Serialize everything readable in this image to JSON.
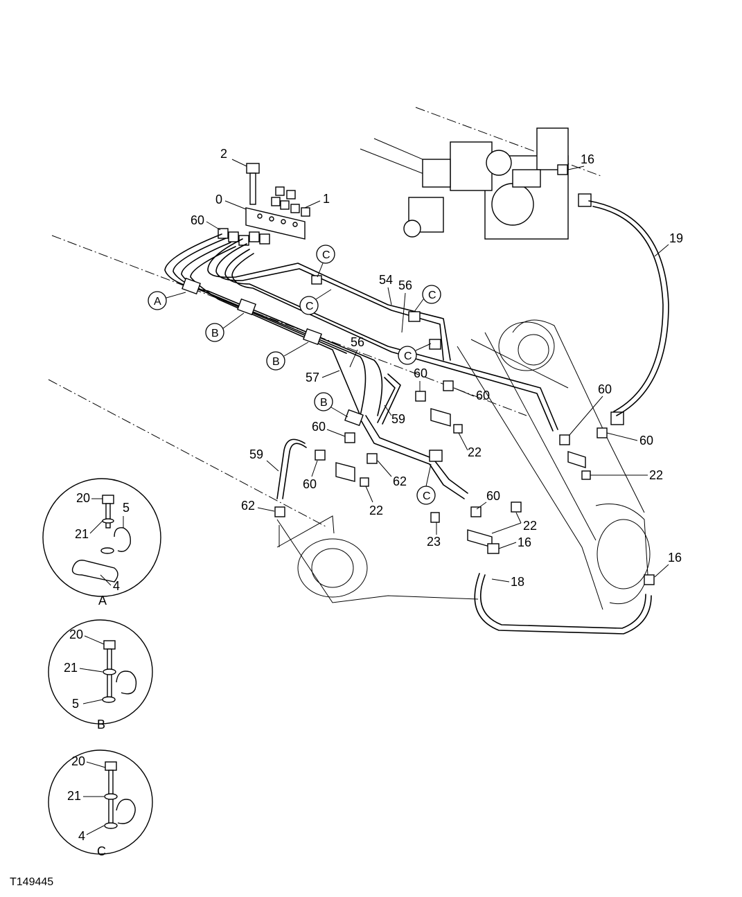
{
  "figure_id": "T149445",
  "callouts": [
    "0",
    "1",
    "2",
    "60",
    "54",
    "56",
    "57",
    "59",
    "62",
    "22",
    "23",
    "16",
    "18",
    "19",
    "20",
    "21",
    "4",
    "5"
  ],
  "clip_letters": [
    "A",
    "B",
    "C"
  ],
  "detail_views": [
    {
      "letter": "A",
      "labels": [
        "20",
        "21",
        "5",
        "4"
      ]
    },
    {
      "letter": "B",
      "labels": [
        "20",
        "21",
        "5"
      ]
    },
    {
      "letter": "C",
      "labels": [
        "20",
        "21",
        "4"
      ]
    }
  ]
}
